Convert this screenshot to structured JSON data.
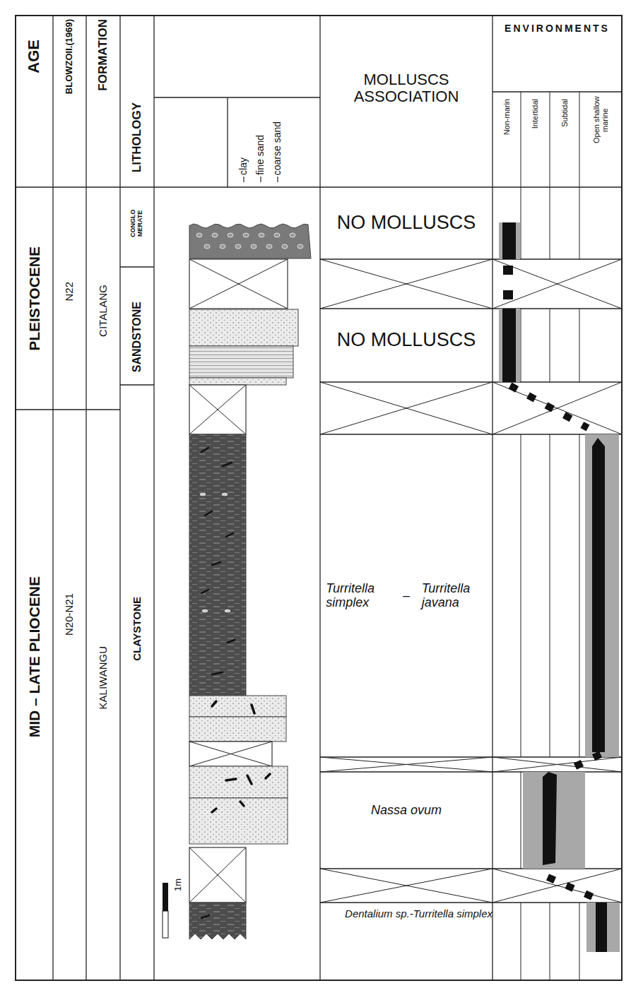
{
  "diagram": {
    "nodes": [
      {
        "text": [
          "AGE"
        ]
      },
      {
        "text": [
          "BLOWZOII.(1969)"
        ]
      },
      {
        "text": [
          "FORMATION"
        ]
      },
      {
        "text": [
          "LITHOLOGY"
        ]
      },
      {
        "text": [
          "MOLLUSCS ASSOCIATION"
        ]
      },
      {
        "text": [
          "ENVIRONMENTS"
        ]
      },
      {
        "text": [
          "Non-marin"
        ]
      },
      {
        "text": [
          "Intertidal"
        ]
      },
      {
        "text": [
          "Subtidal"
        ]
      },
      {
        "text": [
          "Open shallow marine"
        ]
      },
      {
        "text": [
          "PLEISTOCENE"
        ]
      },
      {
        "text": [
          "N22"
        ]
      },
      {
        "text": [
          "CITALANG"
        ]
      },
      {
        "text": [
          "CONGLO MERATE"
        ]
      },
      {
        "text": [
          "SANDSTONE"
        ]
      },
      {
        "text": [
          "NO MOLLUSCS"
        ]
      },
      {
        "text": [
          "NO MOLLUSCS"
        ]
      },
      {
        "text": [
          "MID – LATE PLIOCENE"
        ]
      },
      {
        "text": [
          "N20-N21"
        ]
      },
      {
        "text": [
          "KALIWANGU"
        ]
      },
      {
        "text": [
          "CLAYSTONE"
        ]
      },
      {
        "text": [
          "Turritella simplex",
          "–",
          "Turritella javana"
        ]
      },
      {
        "text": [
          "Nassa ovum"
        ]
      },
      {
        "text": [
          "Dentalium sp.-Turritella simplex"
        ]
      }
    ],
    "labels": [
      "clay",
      "fine sand",
      "coarse sand",
      "1m"
    ]
  }
}
